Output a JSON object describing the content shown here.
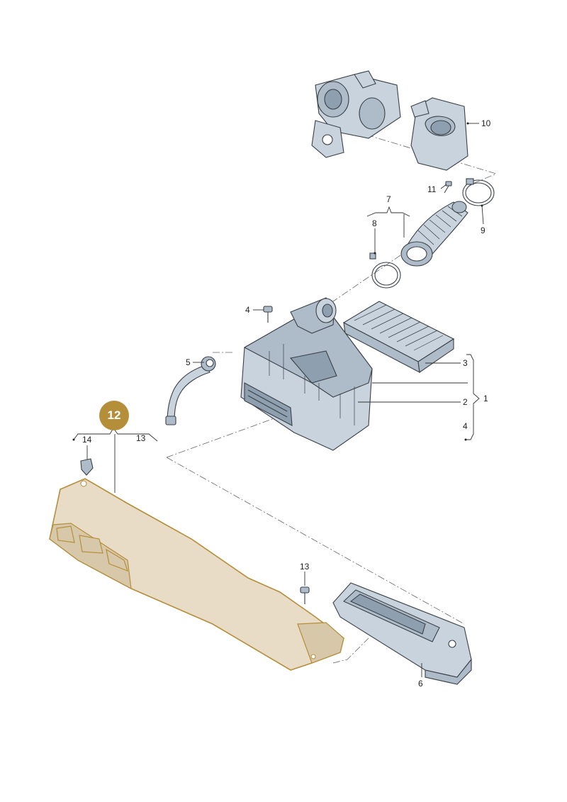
{
  "callouts": {
    "c1": "1",
    "c2": "2",
    "c3": "3",
    "c4a": "4",
    "c4b": "4",
    "c5": "5",
    "c6": "6",
    "c7": "7",
    "c8": "8",
    "c9": "9",
    "c10": "10",
    "c11": "11",
    "c12": "12",
    "c13a": "13",
    "c13b": "13",
    "c14": "14"
  },
  "colors": {
    "highlight": "#b58e3a",
    "part_fill": "#c9d3dd"
  }
}
